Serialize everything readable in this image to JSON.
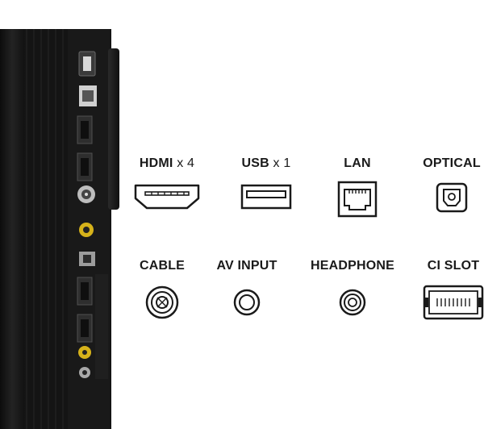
{
  "ports": [
    {
      "id": "hdmi",
      "name": "HDMI",
      "count": "x 4",
      "icon": "hdmi-port-icon"
    },
    {
      "id": "usb",
      "name": "USB",
      "count": "x 1",
      "icon": "usb-port-icon"
    },
    {
      "id": "lan",
      "name": "LAN",
      "count": "",
      "icon": "lan-port-icon"
    },
    {
      "id": "optical",
      "name": "OPTICAL",
      "count": "",
      "icon": "optical-port-icon"
    },
    {
      "id": "cable",
      "name": "CABLE",
      "count": "",
      "icon": "coax-port-icon"
    },
    {
      "id": "av",
      "name": "AV INPUT",
      "count": "",
      "icon": "av-input-port-icon"
    },
    {
      "id": "headphone",
      "name": "HEADPHONE",
      "count": "",
      "icon": "headphone-jack-icon"
    },
    {
      "id": "ci",
      "name": "CI SLOT",
      "count": "",
      "icon": "ci-slot-icon"
    }
  ],
  "colors": {
    "icon_stroke": "#1a1a1a",
    "tv_body": "#161616",
    "av_yellow": "#d6b21a"
  }
}
